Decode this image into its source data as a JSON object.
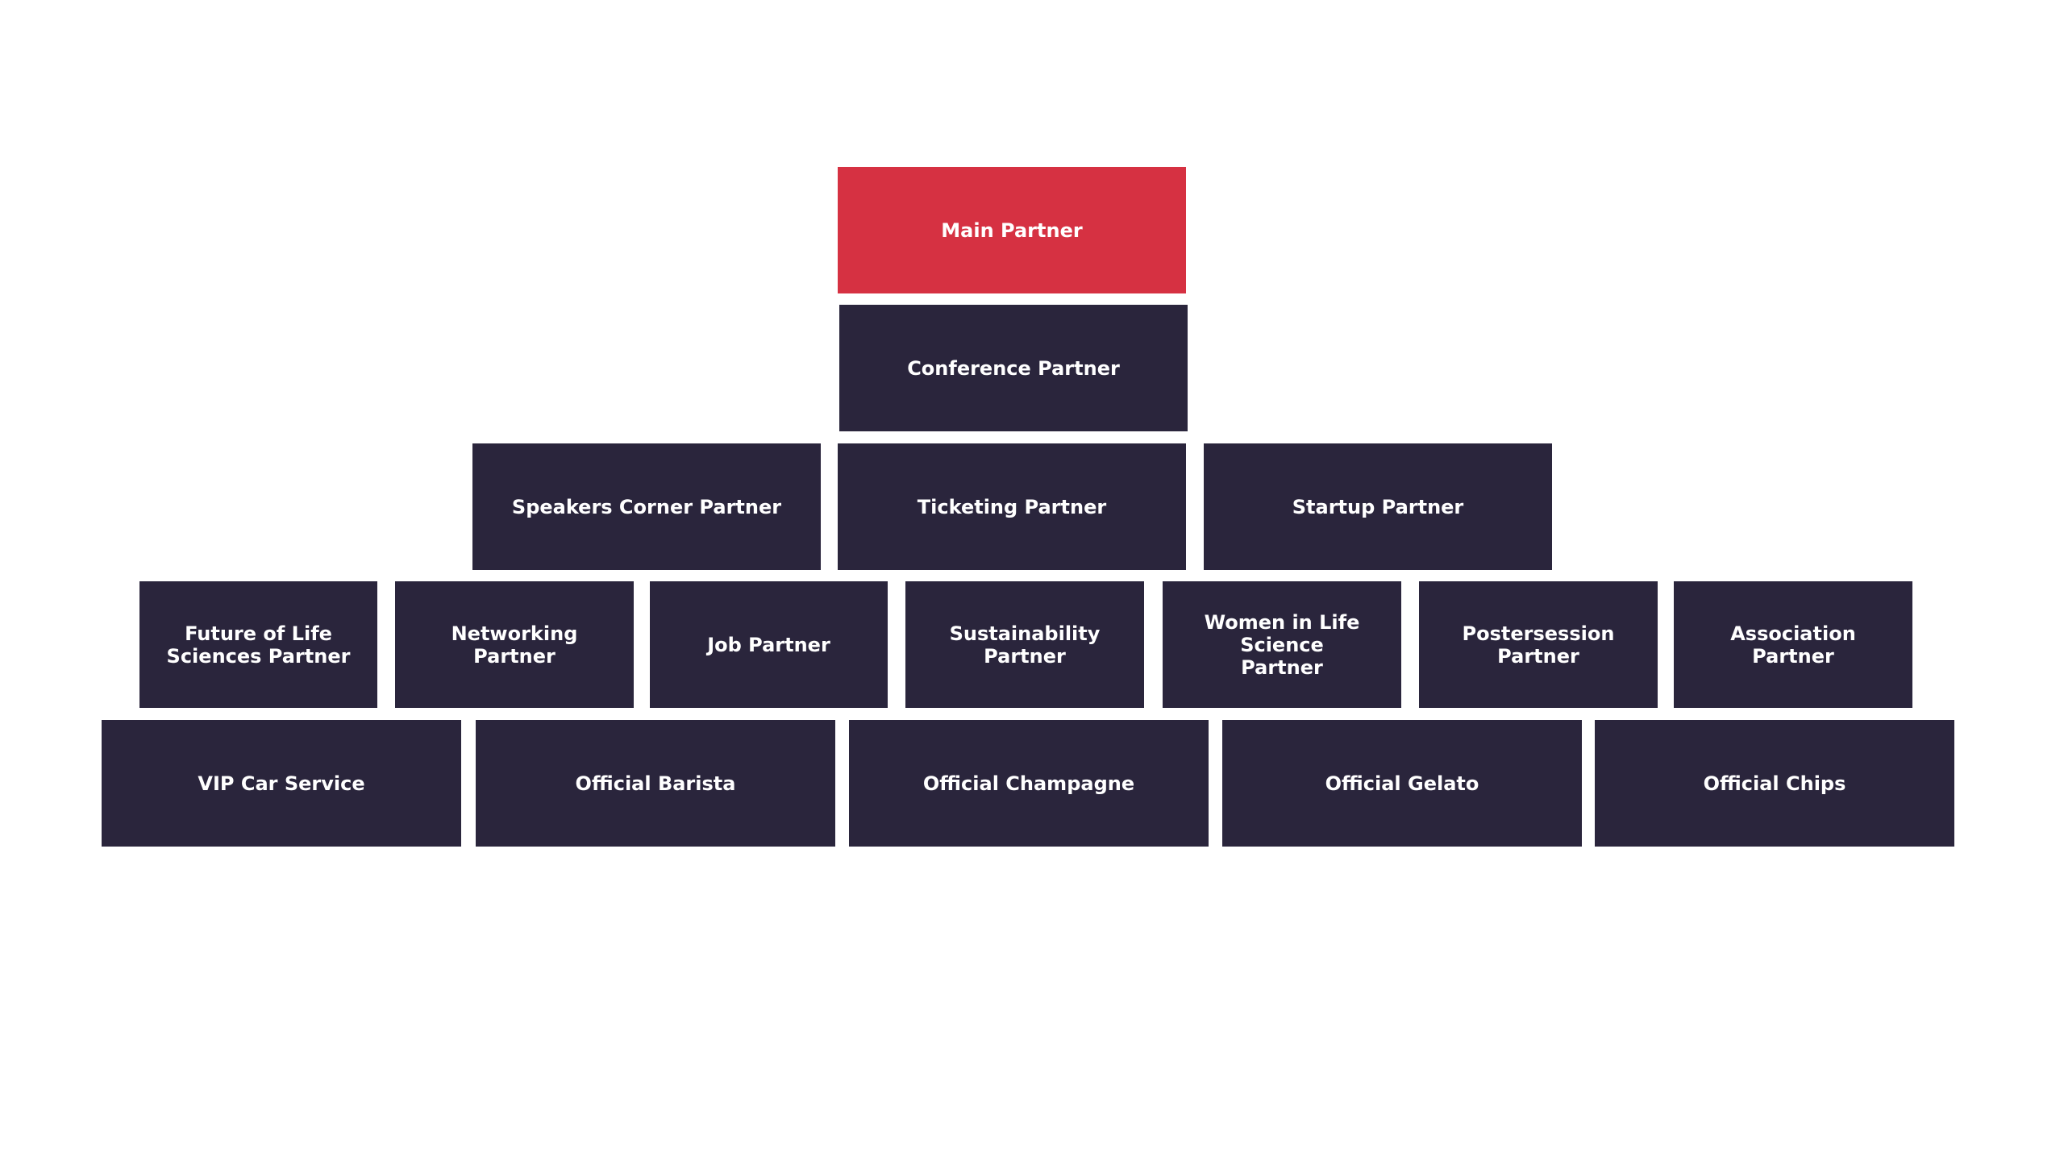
{
  "colors": {
    "background": "#ffffff",
    "tile_dark": "#2a253c",
    "tile_accent": "#d63142",
    "text": "#ffffff"
  },
  "tiers": [
    {
      "items": [
        {
          "label": "Main Partner",
          "accent": true
        }
      ]
    },
    {
      "items": [
        {
          "label": "Conference Partner"
        }
      ]
    },
    {
      "items": [
        {
          "label": "Speakers Corner Partner"
        },
        {
          "label": "Ticketing Partner"
        },
        {
          "label": "Startup Partner"
        }
      ]
    },
    {
      "items": [
        {
          "label": "Future of Life\nSciences Partner"
        },
        {
          "label": "Networking Partner"
        },
        {
          "label": "Job Partner"
        },
        {
          "label": "Sustainability Partner"
        },
        {
          "label": "Women in Life Science\nPartner"
        },
        {
          "label": "Postersession Partner"
        },
        {
          "label": "Association Partner"
        }
      ]
    },
    {
      "items": [
        {
          "label": "VIP Car Service"
        },
        {
          "label": "Official Barista"
        },
        {
          "label": "Official Champagne"
        },
        {
          "label": "Official Gelato"
        },
        {
          "label": "Official Chips"
        }
      ]
    }
  ]
}
